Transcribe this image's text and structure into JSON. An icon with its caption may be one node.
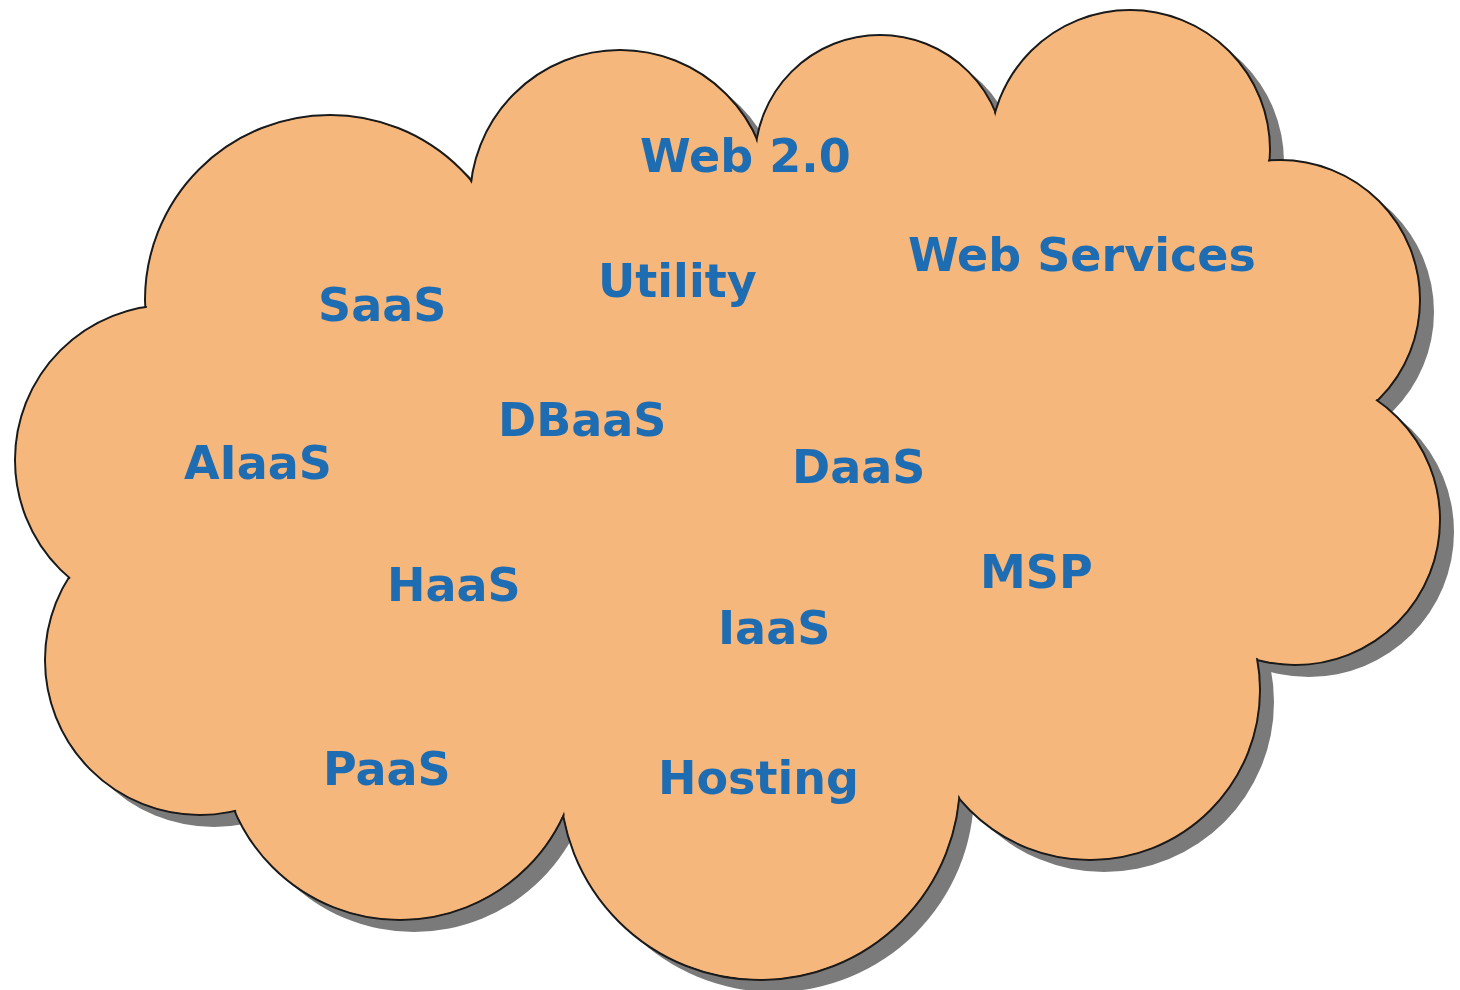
{
  "diagram": {
    "nodes": [
      {
        "text": [
          "Web 2.0",
          "Web Services",
          "Utility",
          "SaaS",
          "DBaaS",
          "AIaaS",
          "DaaS",
          "MSP",
          "HaaS",
          "IaaS",
          "PaaS",
          "Hosting"
        ]
      }
    ]
  }
}
